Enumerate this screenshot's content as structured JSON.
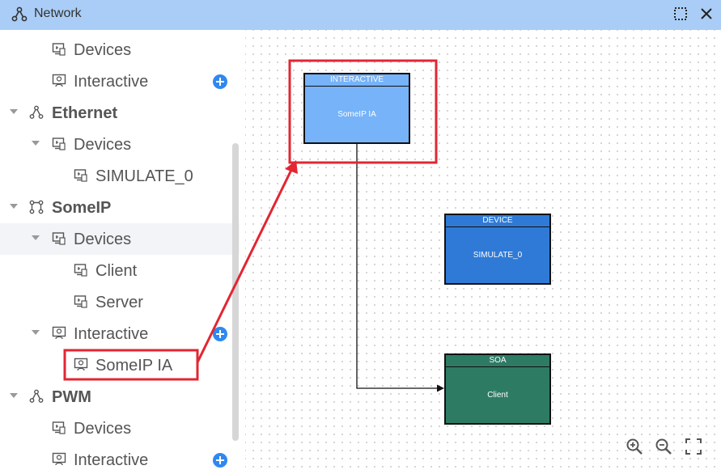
{
  "window": {
    "title": "Network"
  },
  "tree": [
    {
      "label": "Devices",
      "type": "devices"
    },
    {
      "label": "Interactive",
      "type": "interactive",
      "add": true
    },
    {
      "label": "Ethernet",
      "type": "network"
    },
    {
      "label": "Devices",
      "type": "devices"
    },
    {
      "label": "SIMULATE_0",
      "type": "device"
    },
    {
      "label": "SomeIP",
      "type": "someip"
    },
    {
      "label": "Devices",
      "type": "devices"
    },
    {
      "label": "Client",
      "type": "device"
    },
    {
      "label": "Server",
      "type": "device"
    },
    {
      "label": "Interactive",
      "type": "interactive",
      "add": true
    },
    {
      "label": "SomeIP IA",
      "type": "interactive"
    },
    {
      "label": "PWM",
      "type": "network"
    },
    {
      "label": "Devices",
      "type": "devices"
    },
    {
      "label": "Interactive",
      "type": "interactive",
      "add": true
    }
  ],
  "nodes": {
    "interactive": {
      "header": "INTERACTIVE",
      "label": "SomeIP IA",
      "color": "#76b3f9"
    },
    "device": {
      "header": "DEVICE",
      "label": "SIMULATE_0",
      "color": "#2f7ad6"
    },
    "soa": {
      "header": "SOA",
      "label": "Client",
      "color": "#2e7b64"
    }
  },
  "colors": {
    "titlebar": "#a9cdf6",
    "highlight": "#e22633",
    "accent": "#2f88f0"
  },
  "icons": [
    "network-icon",
    "maximize-icon",
    "close-icon",
    "zoom-in-icon",
    "zoom-out-icon",
    "fullscreen-icon"
  ]
}
